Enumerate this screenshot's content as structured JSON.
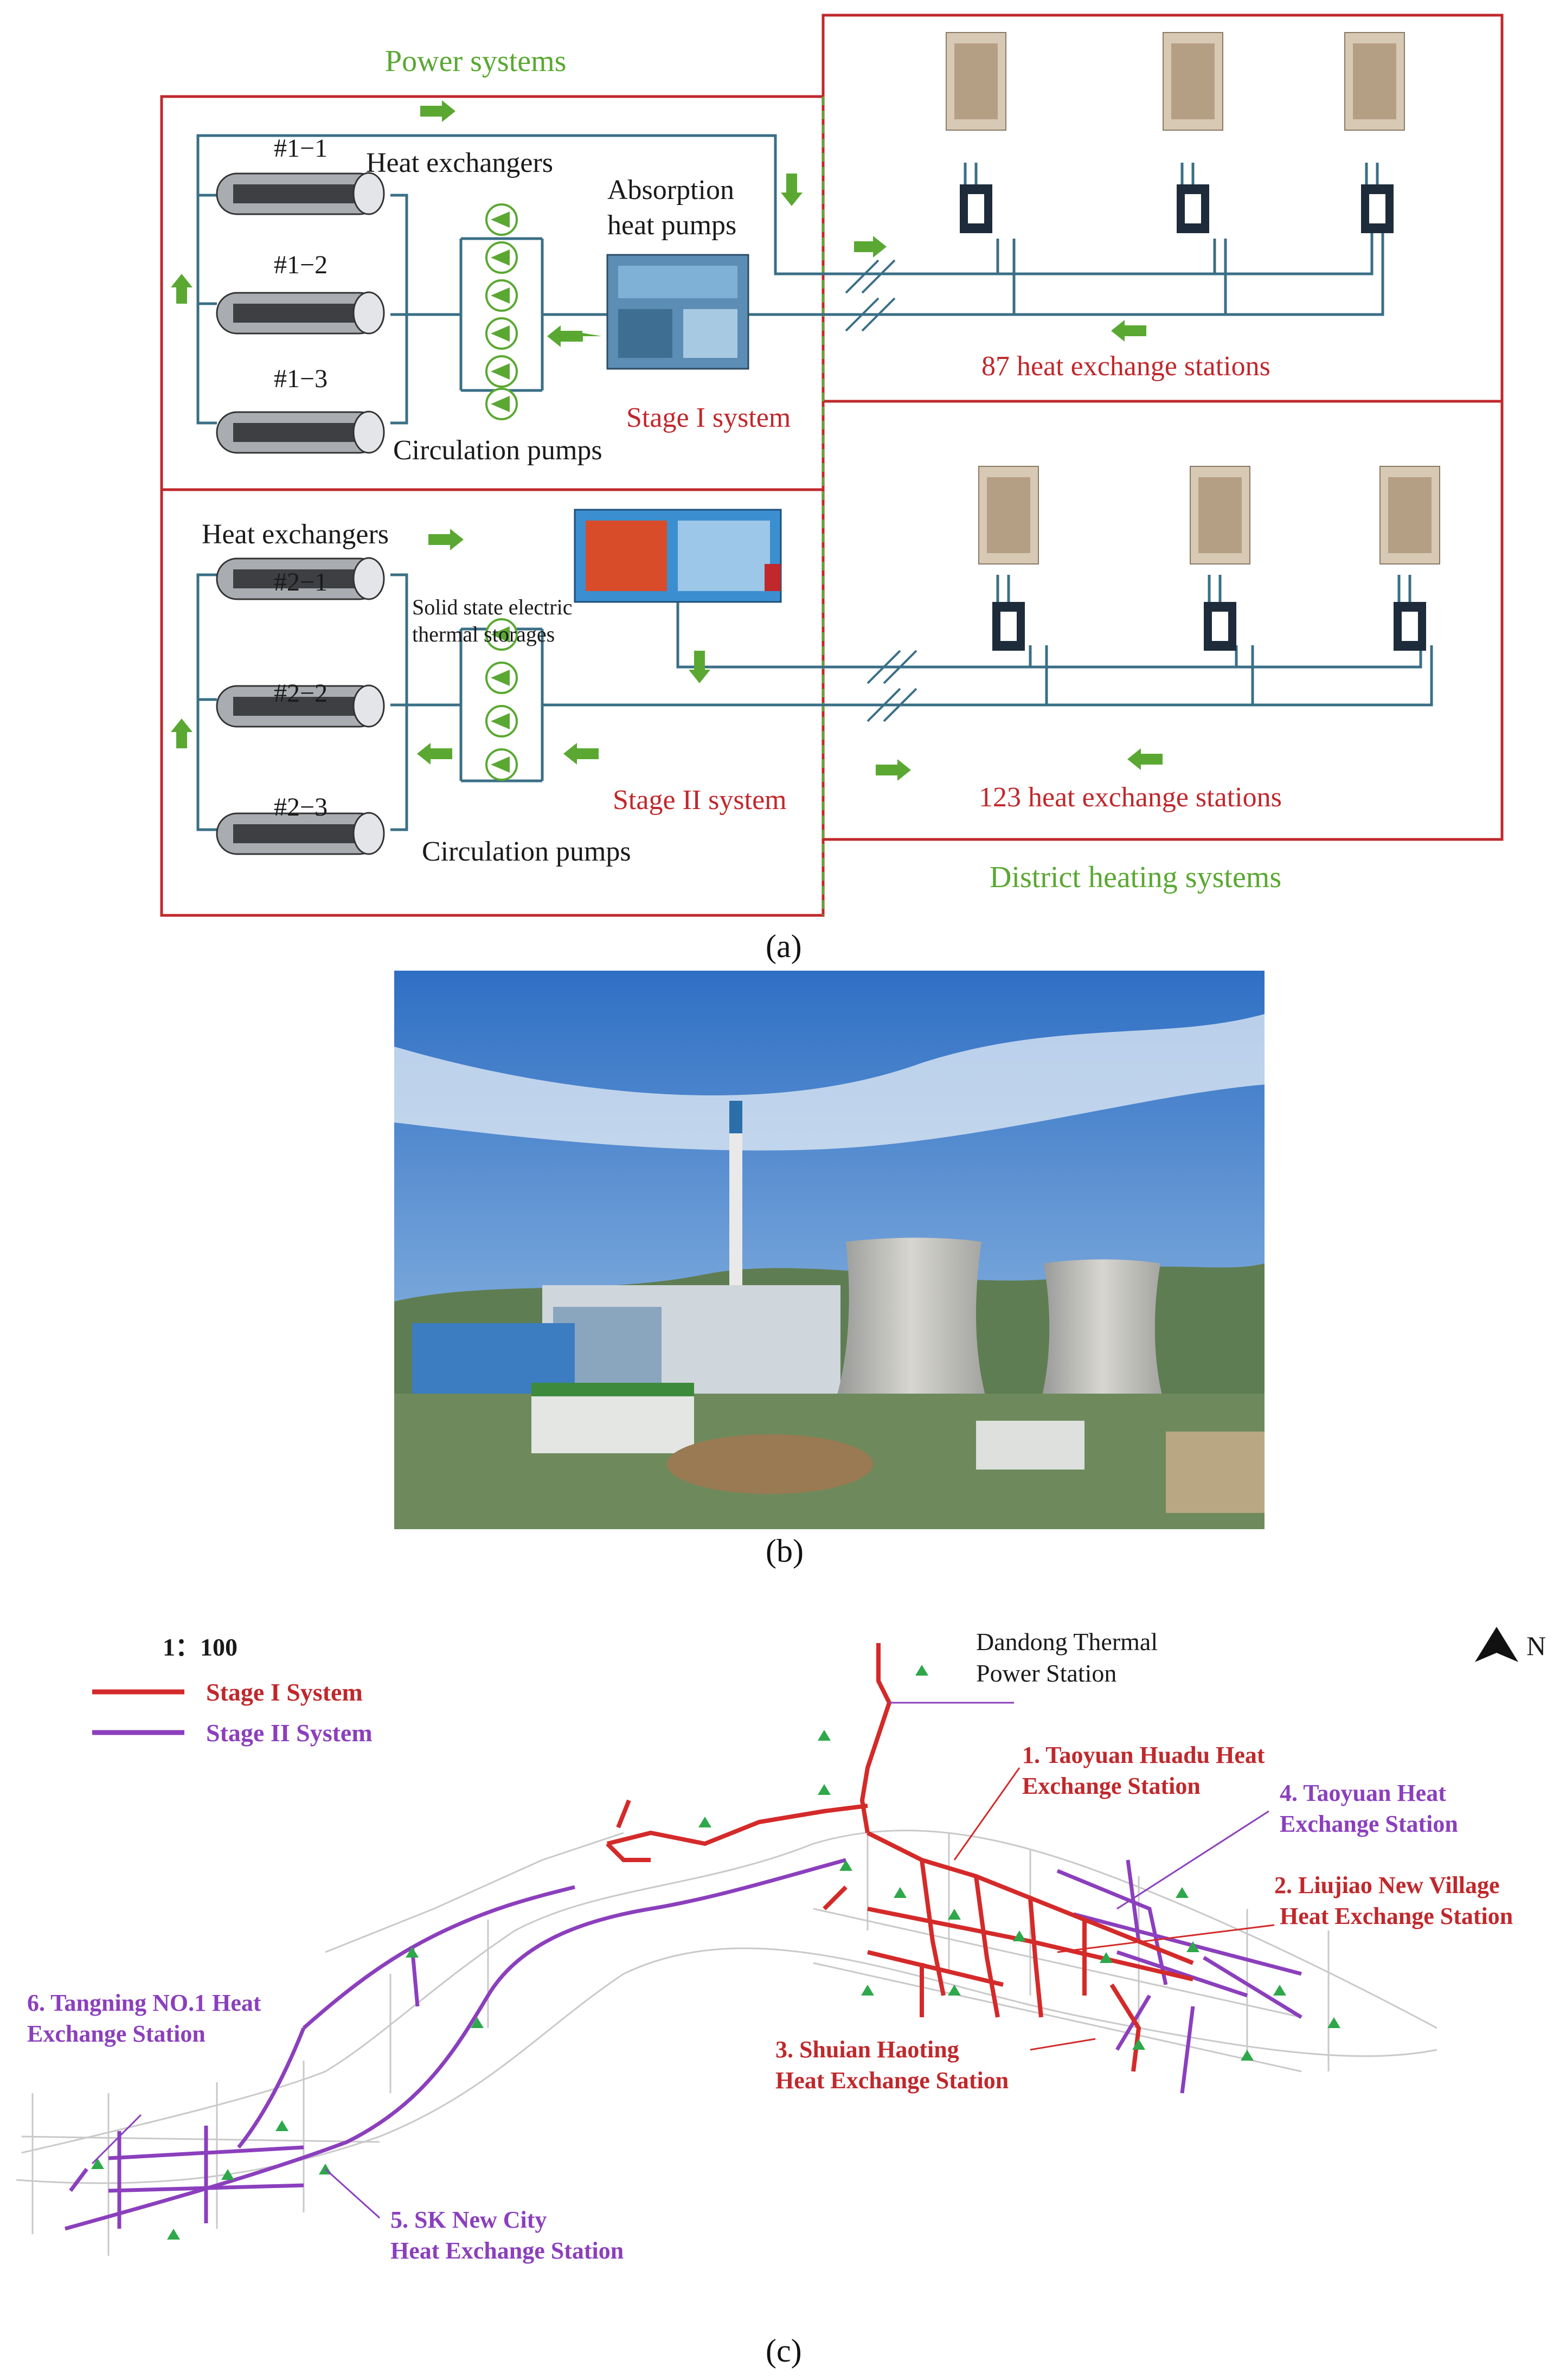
{
  "panel_a": {
    "caption": "(a)",
    "power_systems": "Power systems",
    "district_heating_systems": "District heating systems",
    "stage1": {
      "heat_exchangers": "Heat exchangers",
      "hx_labels": [
        "#1−1",
        "#1−2",
        "#1−3"
      ],
      "absorption_line1": "Absorption",
      "absorption_line2": "heat pumps",
      "circulation_pumps": "Circulation pumps",
      "system_label": "Stage I system",
      "stations": "87 heat exchange stations"
    },
    "stage2": {
      "heat_exchangers": "Heat exchangers",
      "hx_labels": [
        "#2−1",
        "#2−2",
        "#2−3"
      ],
      "storage_line1": "Solid state electric",
      "storage_line2": "thermal storages",
      "circulation_pumps": "Circulation pumps",
      "system_label": "Stage II system",
      "stations": "123 heat exchange stations"
    },
    "colors": {
      "green": "#5aa832",
      "red": "#c0282c",
      "pipe": "#3a6f86"
    }
  },
  "panel_b": {
    "caption": "(b)"
  },
  "panel_c": {
    "caption": "(c)",
    "scale": "1：100",
    "legend": [
      "Stage I System",
      "Stage II System"
    ],
    "north": "N",
    "dandong_line1": "Dandong Thermal",
    "dandong_line2": "Power Station",
    "stations": {
      "s1_line1": "1. Taoyuan Huadu Heat",
      "s1_line2": "Exchange Station",
      "s2_line1": "2. Liujiao New Village",
      "s2_line2": "Heat Exchange Station",
      "s3_line1": "3. Shuian Haoting",
      "s3_line2": "Heat Exchange Station",
      "s4_line1": "4. Taoyuan Heat",
      "s4_line2": "Exchange Station",
      "s5_line1": "5. SK New City",
      "s5_line2": "Heat Exchange Station",
      "s6_line1": "6. Tangning NO.1 Heat",
      "s6_line2": "Exchange Station"
    },
    "colors": {
      "stage1": "#d42a2a",
      "stage2": "#8b3fbd"
    }
  }
}
